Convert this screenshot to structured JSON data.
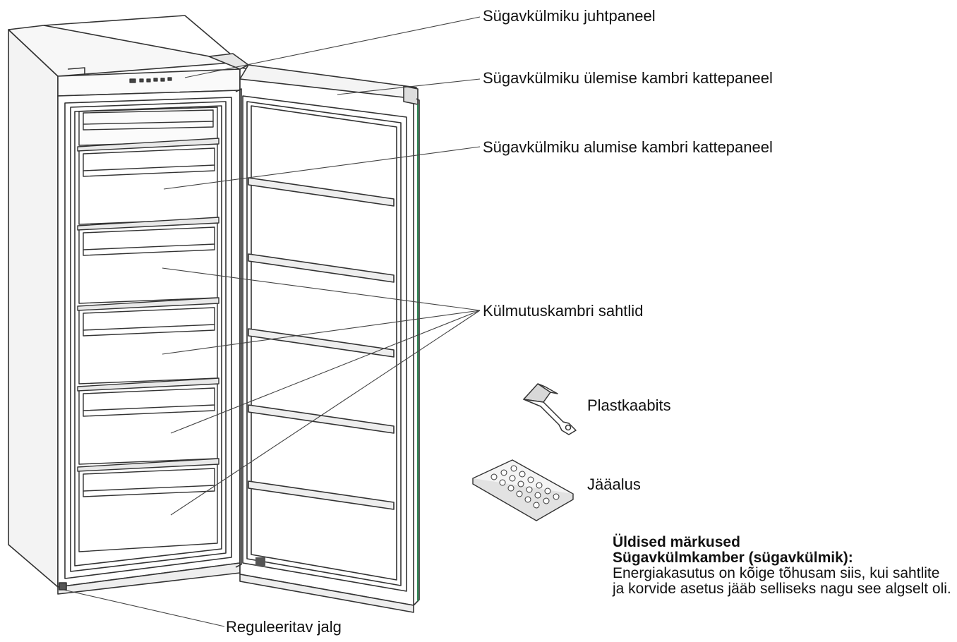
{
  "labels": {
    "control_panel": "Sügavkülmiku juhtpaneel",
    "upper_cover": "Sügavkülmiku ülemise kambri kattepaneel",
    "lower_cover": "Sügavkülmiku alumise kambri kattepaneel",
    "drawers": "Külmutuskambri sahtlid",
    "scraper": "Plastkaabits",
    "ice_tray": "Jääalus",
    "foot": "Reguleeritav jalg"
  },
  "notes": {
    "title": "Üldised märkused",
    "subtitle": "Sügavkülmkamber (sügavkülmik):",
    "body": "Energiakasutus on kõige tõhusam siis, kui sahtlite ja korvide asetus jääb selliseks nagu see algselt oli."
  }
}
